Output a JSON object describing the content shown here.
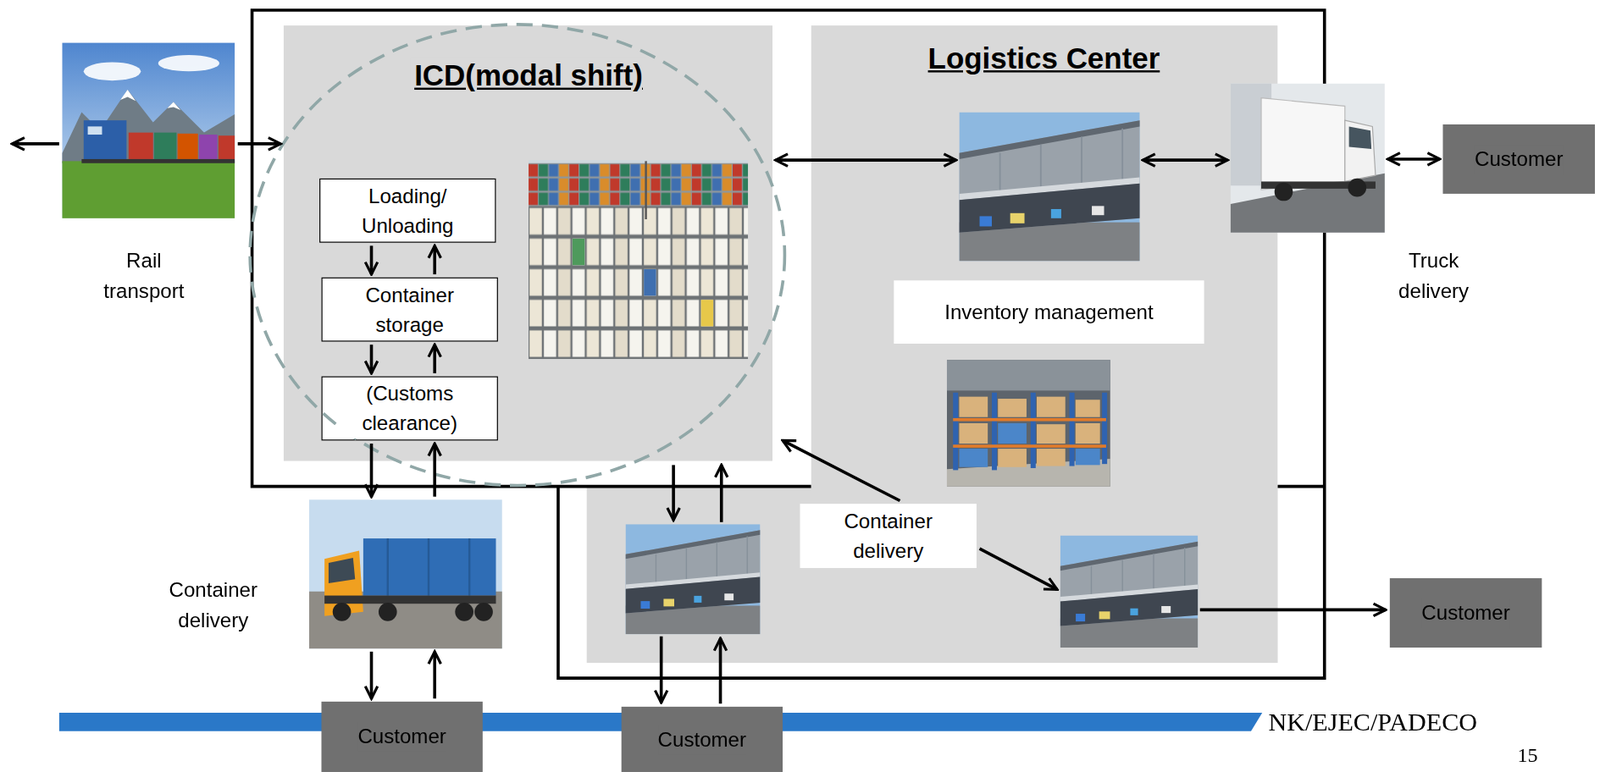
{
  "diagram": {
    "nodes": [
      {
        "text": [
          "Rail transport"
        ]
      },
      {
        "text": [
          "ICD(modal shift)"
        ]
      },
      {
        "text": [
          "Loading/ Unloading"
        ],
        "in": 1
      },
      {
        "text": [
          "Container storage"
        ],
        "in": 1
      },
      {
        "text": [
          "(Customs clearance)"
        ],
        "in": 1
      },
      {
        "text": [
          "Logistics Center"
        ]
      },
      {
        "text": [
          "Inventory management"
        ],
        "in": 5
      },
      {
        "text": [
          "Container delivery"
        ]
      },
      {
        "text": [
          "Truck delivery"
        ]
      },
      {
        "text": [
          "Customer"
        ]
      },
      {
        "text": [
          "Container delivery"
        ]
      },
      {
        "text": [
          "Customer"
        ]
      },
      {
        "text": [
          "Customer"
        ]
      },
      {
        "text": [
          "Customer"
        ]
      }
    ],
    "edges": [
      {
        "from": 0,
        "to": 1,
        "arrow": "to"
      },
      {
        "from": 1,
        "to": 5,
        "arrow": "both"
      },
      {
        "from": 5,
        "to": 8,
        "arrow": "both"
      },
      {
        "from": 8,
        "to": 9,
        "arrow": "both"
      },
      {
        "from": 2,
        "to": 3,
        "arrow": "to"
      },
      {
        "from": 3,
        "to": 2,
        "arrow": "to"
      },
      {
        "from": 3,
        "to": 4,
        "arrow": "to"
      },
      {
        "from": 4,
        "to": 3,
        "arrow": "to"
      },
      {
        "from": 4,
        "to": 10,
        "arrow": "to"
      },
      {
        "from": 10,
        "to": 4,
        "arrow": "to"
      },
      {
        "from": 10,
        "to": 11,
        "arrow": "to"
      },
      {
        "from": 11,
        "to": 10,
        "arrow": "to"
      },
      {
        "from": 7,
        "to": 1,
        "arrow": "to"
      }
    ],
    "labels": [
      "NK/EJEC/PADECO",
      "15"
    ]
  }
}
